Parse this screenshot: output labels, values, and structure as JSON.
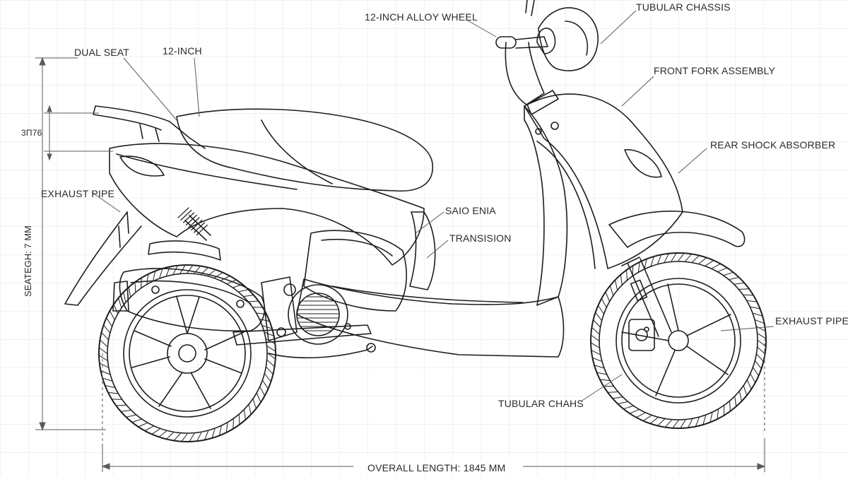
{
  "diagram": {
    "subject": "scooter technical line drawing",
    "line_color": "#1e1e1e",
    "grid_color": "#e3e3e3",
    "background": "#ffffff",
    "labels": {
      "alloy_wheel": "12-INCH ALLOY WHEEL",
      "tubular_chassis": "TUBULAR CHASSIS",
      "dual_seat": "DUAL SEAT",
      "twelve_inch": "12-INCH",
      "front_fork": "FRONT FORK ASSEMBLY",
      "rear_shock": "REAR SHOCK ABSORBER",
      "exhaust_left": "EXHAUST PIPE",
      "exhaust_right": "EXHAUST PIPE",
      "saio_enia": "SAIO ENIA",
      "transision": "TRANSISION",
      "tubular_chahs": "TUBULAR CHAHS",
      "seat_dim_small": "3Π76",
      "seat_height": "SEATEGH: 7 MM",
      "overall_length": "OVERALL LENGTH: 1845 MM"
    }
  }
}
